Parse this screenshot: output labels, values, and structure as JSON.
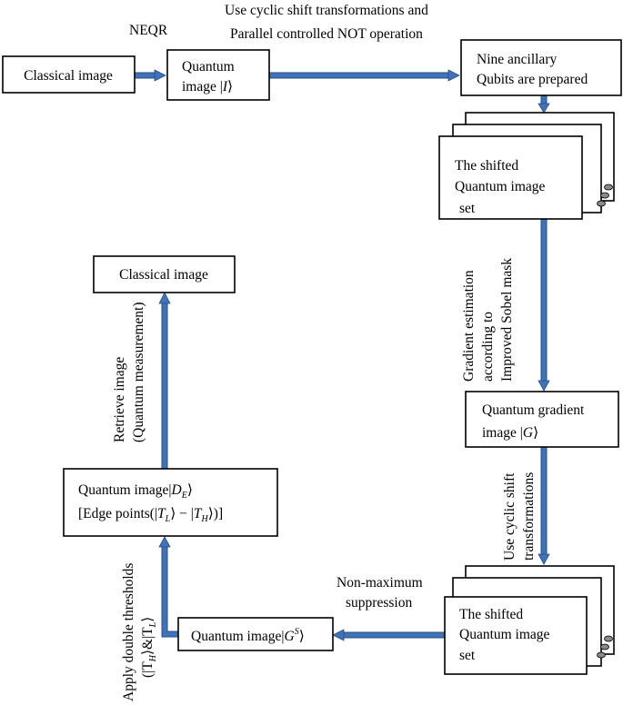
{
  "labels": {
    "neqr": "NEQR",
    "cyclic_line1": "Use cyclic shift transformations and",
    "cyclic_line2": "Parallel controlled NOT operation",
    "gradient_est_line1": "Gradient estimation",
    "gradient_est_line2": "according to",
    "gradient_est_line3": "Improved Sobel mask",
    "cyclic_shift_line1": "Use cyclic shift",
    "cyclic_shift_line2": "transformations",
    "nonmax_line1": "Non-maximum",
    "nonmax_line2": "suppression",
    "thresholds_line1": "Apply double thresholds",
    "thresholds_line2": "(|T",
    "thresholds_line2_sub1": "H",
    "thresholds_line2_mid": "⟩&|T",
    "thresholds_line2_sub2": "L",
    "thresholds_line2_end": "⟩",
    "retrieve_line1": "Retrieve image",
    "retrieve_line2": "(Quantum measurement)"
  },
  "nodes": {
    "classical_input": "Classical image",
    "quantum_image_line1": "Quantum",
    "quantum_image_line2_pre": "image |",
    "quantum_image_line2_var": "I",
    "quantum_image_line2_post": "⟩",
    "ancillary_line1": "Nine ancillary",
    "ancillary_line2": "Qubits are prepared",
    "shifted_set_1_line1": "The shifted",
    "shifted_set_1_line2": "Quantum image",
    "shifted_set_1_line3": "set",
    "gradient_line1": "Quantum gradient",
    "gradient_line2_pre": "image |",
    "gradient_line2_var": "G",
    "gradient_line2_post": "⟩",
    "shifted_set_2_line1": "The shifted",
    "shifted_set_2_line2": "Quantum image",
    "shifted_set_2_line3": "set",
    "gs_pre": "Quantum image|",
    "gs_var": "G",
    "gs_sup": "S",
    "gs_post": "⟩",
    "de_line1_pre": "Quantum image|",
    "de_line1_var": "D",
    "de_line1_sub": "E",
    "de_line1_post": "⟩",
    "de_line2_pre": "[Edge points(|",
    "de_line2_var1": "T",
    "de_line2_sub1": "L",
    "de_line2_mid": "⟩ − |",
    "de_line2_var2": "T",
    "de_line2_sub2": "H",
    "de_line2_post": "⟩)]",
    "classical_output": "Classical image"
  },
  "colors": {
    "arrow_fill": "#3f72b8",
    "arrow_edge": "#2a4f85",
    "stroke": "#000000",
    "background": "#ffffff"
  }
}
